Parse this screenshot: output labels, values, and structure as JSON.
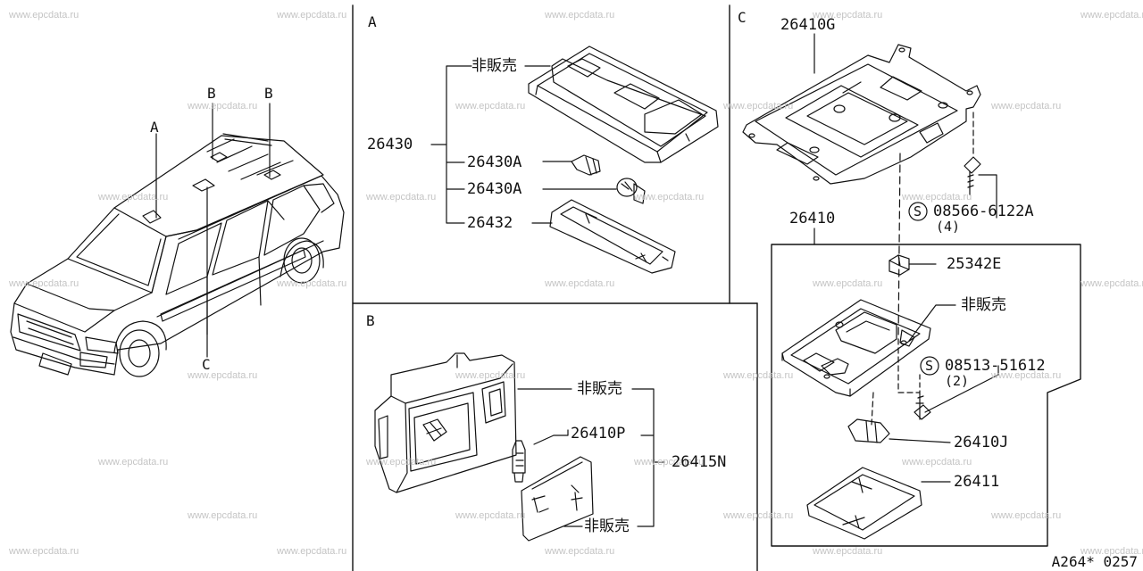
{
  "watermark": "www.epcdata.ru",
  "sections": {
    "a": "A",
    "b": "B",
    "c": "C"
  },
  "vehicle_callouts": {
    "a": "A",
    "b1": "B",
    "b2": "B",
    "c": "C"
  },
  "section_a": {
    "not_for_sale": "非販売",
    "p26430": "26430",
    "p26430a_1": "26430A",
    "p26430a_2": "26430A",
    "p26432": "26432"
  },
  "section_b": {
    "not_for_sale_1": "非販売",
    "p26410p": "26410P",
    "p26415n": "26415N",
    "not_for_sale_2": "非販売"
  },
  "section_c": {
    "p26410g": "26410G",
    "screw_1_symbol": "S",
    "screw_1": "08566-6122A",
    "screw_1_qty": "(4)",
    "p26410": "26410",
    "p25342e": "25342E",
    "not_for_sale": "非販売",
    "screw_2_symbol": "S",
    "screw_2": "08513-51612",
    "screw_2_qty": "(2)",
    "p26410j": "26410J",
    "p26411": "26411"
  },
  "diagram_code": "A264* 0257"
}
